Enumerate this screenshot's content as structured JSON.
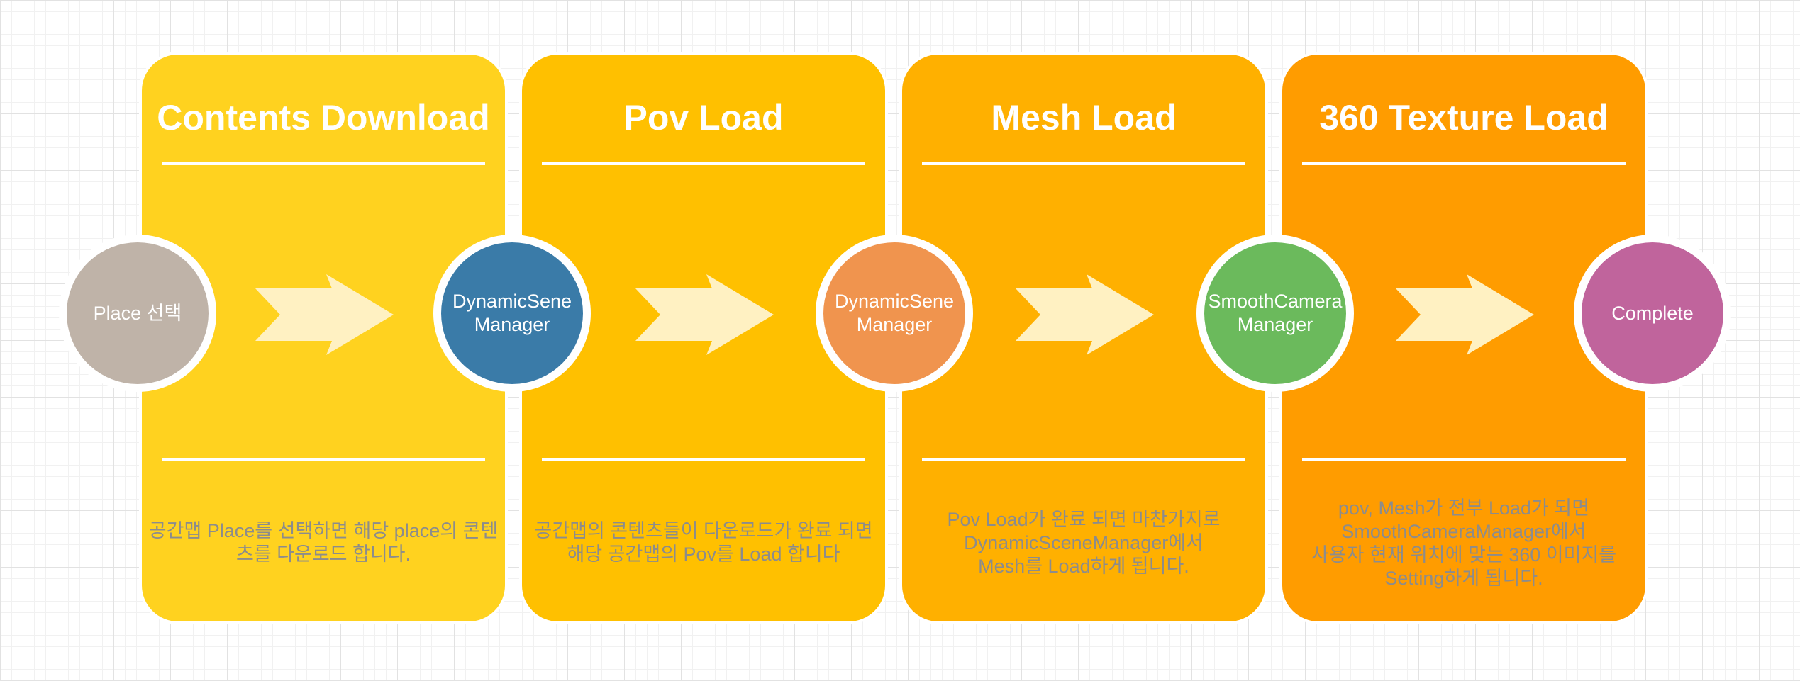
{
  "colors": {
    "panel_1": "#FFD21F",
    "panel_2": "#FFC000",
    "panel_3": "#FFB000",
    "panel_4": "#FF9C00",
    "node_place": "#BFB3A8",
    "node_dynamic_1": "#3A7BA8",
    "node_dynamic_2": "#F0944E",
    "node_smooth": "#6BBA5C",
    "node_complete": "#C0649C",
    "arrow": "#FFF1C2"
  },
  "stages": [
    {
      "title": "Contents Download",
      "description": "공간맵 Place를 선택하면 해당 place의 콘텐\n츠를 다운로드 합니다."
    },
    {
      "title": "Pov Load",
      "description": "공간맵의 콘텐츠들이 다운로드가 완료 되면\n해당 공간맵의 Pov를 Load 합니다"
    },
    {
      "title": "Mesh Load",
      "description": "Pov Load가 완료 되면 마찬가지로\nDynamicSceneManager에서\nMesh를 Load하게 됩니다."
    },
    {
      "title": "360 Texture Load",
      "description": "pov, Mesh가 전부 Load가 되면\nSmoothCameraManager에서\n사용자 현재 위치에 맞는 360 이미지를\nSetting하게 됩니다."
    }
  ],
  "nodes": [
    {
      "label": "Place 선택"
    },
    {
      "label": "DynamicSene\nManager"
    },
    {
      "label": "DynamicSene\nManager"
    },
    {
      "label": "SmoothCamera\nManager"
    },
    {
      "label": "Complete"
    }
  ],
  "connectors": [
    {
      "icon": "arrow-right-icon"
    },
    {
      "icon": "arrow-right-icon"
    },
    {
      "icon": "arrow-right-icon"
    },
    {
      "icon": "arrow-right-icon"
    }
  ]
}
